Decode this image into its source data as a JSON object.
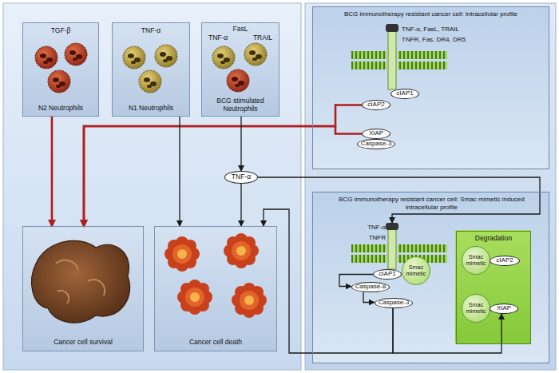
{
  "diagram": {
    "nodes": [
      {
        "text": [
          "TGF-β",
          "N2 Neutrophils"
        ]
      },
      {
        "text": [
          "TNF-α",
          "N1 Neutrophils"
        ]
      },
      {
        "text": [
          "FasL",
          "TNF-α",
          "TRAIL",
          "BCG stimulated Neutrophils"
        ]
      },
      {
        "text": [
          "BCG immunotherapy resistant cancer cell: intracellular profile"
        ]
      },
      {
        "text": [
          "TNF-α, FasL, TRAIL",
          "TNFR, Fas, DR4, DR5"
        ],
        "in": 3
      },
      {
        "text": [
          "cIAP1"
        ],
        "in": 3
      },
      {
        "text": [
          "cIAP2"
        ],
        "in": 3
      },
      {
        "text": [
          "XIAP"
        ],
        "in": 3
      },
      {
        "text": [
          "Caspase-3"
        ],
        "in": 3
      },
      {
        "text": [
          "TNF-α"
        ]
      },
      {
        "text": [
          "BCG immunotherapy resistant cancer cell: Smac mimetic induced intracellular profile"
        ]
      },
      {
        "text": [
          "TNF-α",
          "TNFR"
        ],
        "in": 10
      },
      {
        "text": [
          "cIAP1"
        ],
        "in": 10
      },
      {
        "text": [
          "Smac mimetic"
        ],
        "in": 10
      },
      {
        "text": [
          "Caspase-8"
        ],
        "in": 10
      },
      {
        "text": [
          "Caspase-3"
        ],
        "in": 10
      },
      {
        "text": [
          "Degradation"
        ],
        "in": 10
      },
      {
        "text": [
          "Smac mimetic"
        ],
        "in": 16
      },
      {
        "text": [
          "cIAP2"
        ],
        "in": 16
      },
      {
        "text": [
          "Smac mimetic"
        ],
        "in": 16
      },
      {
        "text": [
          "XIAP"
        ],
        "in": 16
      },
      {
        "text": [
          "Cancer cell survival"
        ]
      },
      {
        "text": [
          "Cancer cell death"
        ]
      }
    ],
    "edges": [
      {
        "from": 0,
        "to": 21,
        "arrow": "to"
      },
      {
        "from": 6,
        "to": 21,
        "arrow": "to"
      },
      {
        "from": 7,
        "to": 21,
        "arrow": "to"
      },
      {
        "from": 1,
        "to": 22,
        "arrow": "to"
      },
      {
        "from": 2,
        "to": 9,
        "arrow": "to"
      },
      {
        "from": 9,
        "to": 22,
        "arrow": "to"
      },
      {
        "from": 9,
        "to": 11,
        "arrow": "to"
      },
      {
        "from": 12,
        "to": 14,
        "arrow": "to"
      },
      {
        "from": 14,
        "to": 15,
        "arrow": "to"
      },
      {
        "from": 15,
        "to": 22,
        "arrow": "to"
      },
      {
        "from": 15,
        "to": 20,
        "arrow": "to"
      }
    ]
  }
}
